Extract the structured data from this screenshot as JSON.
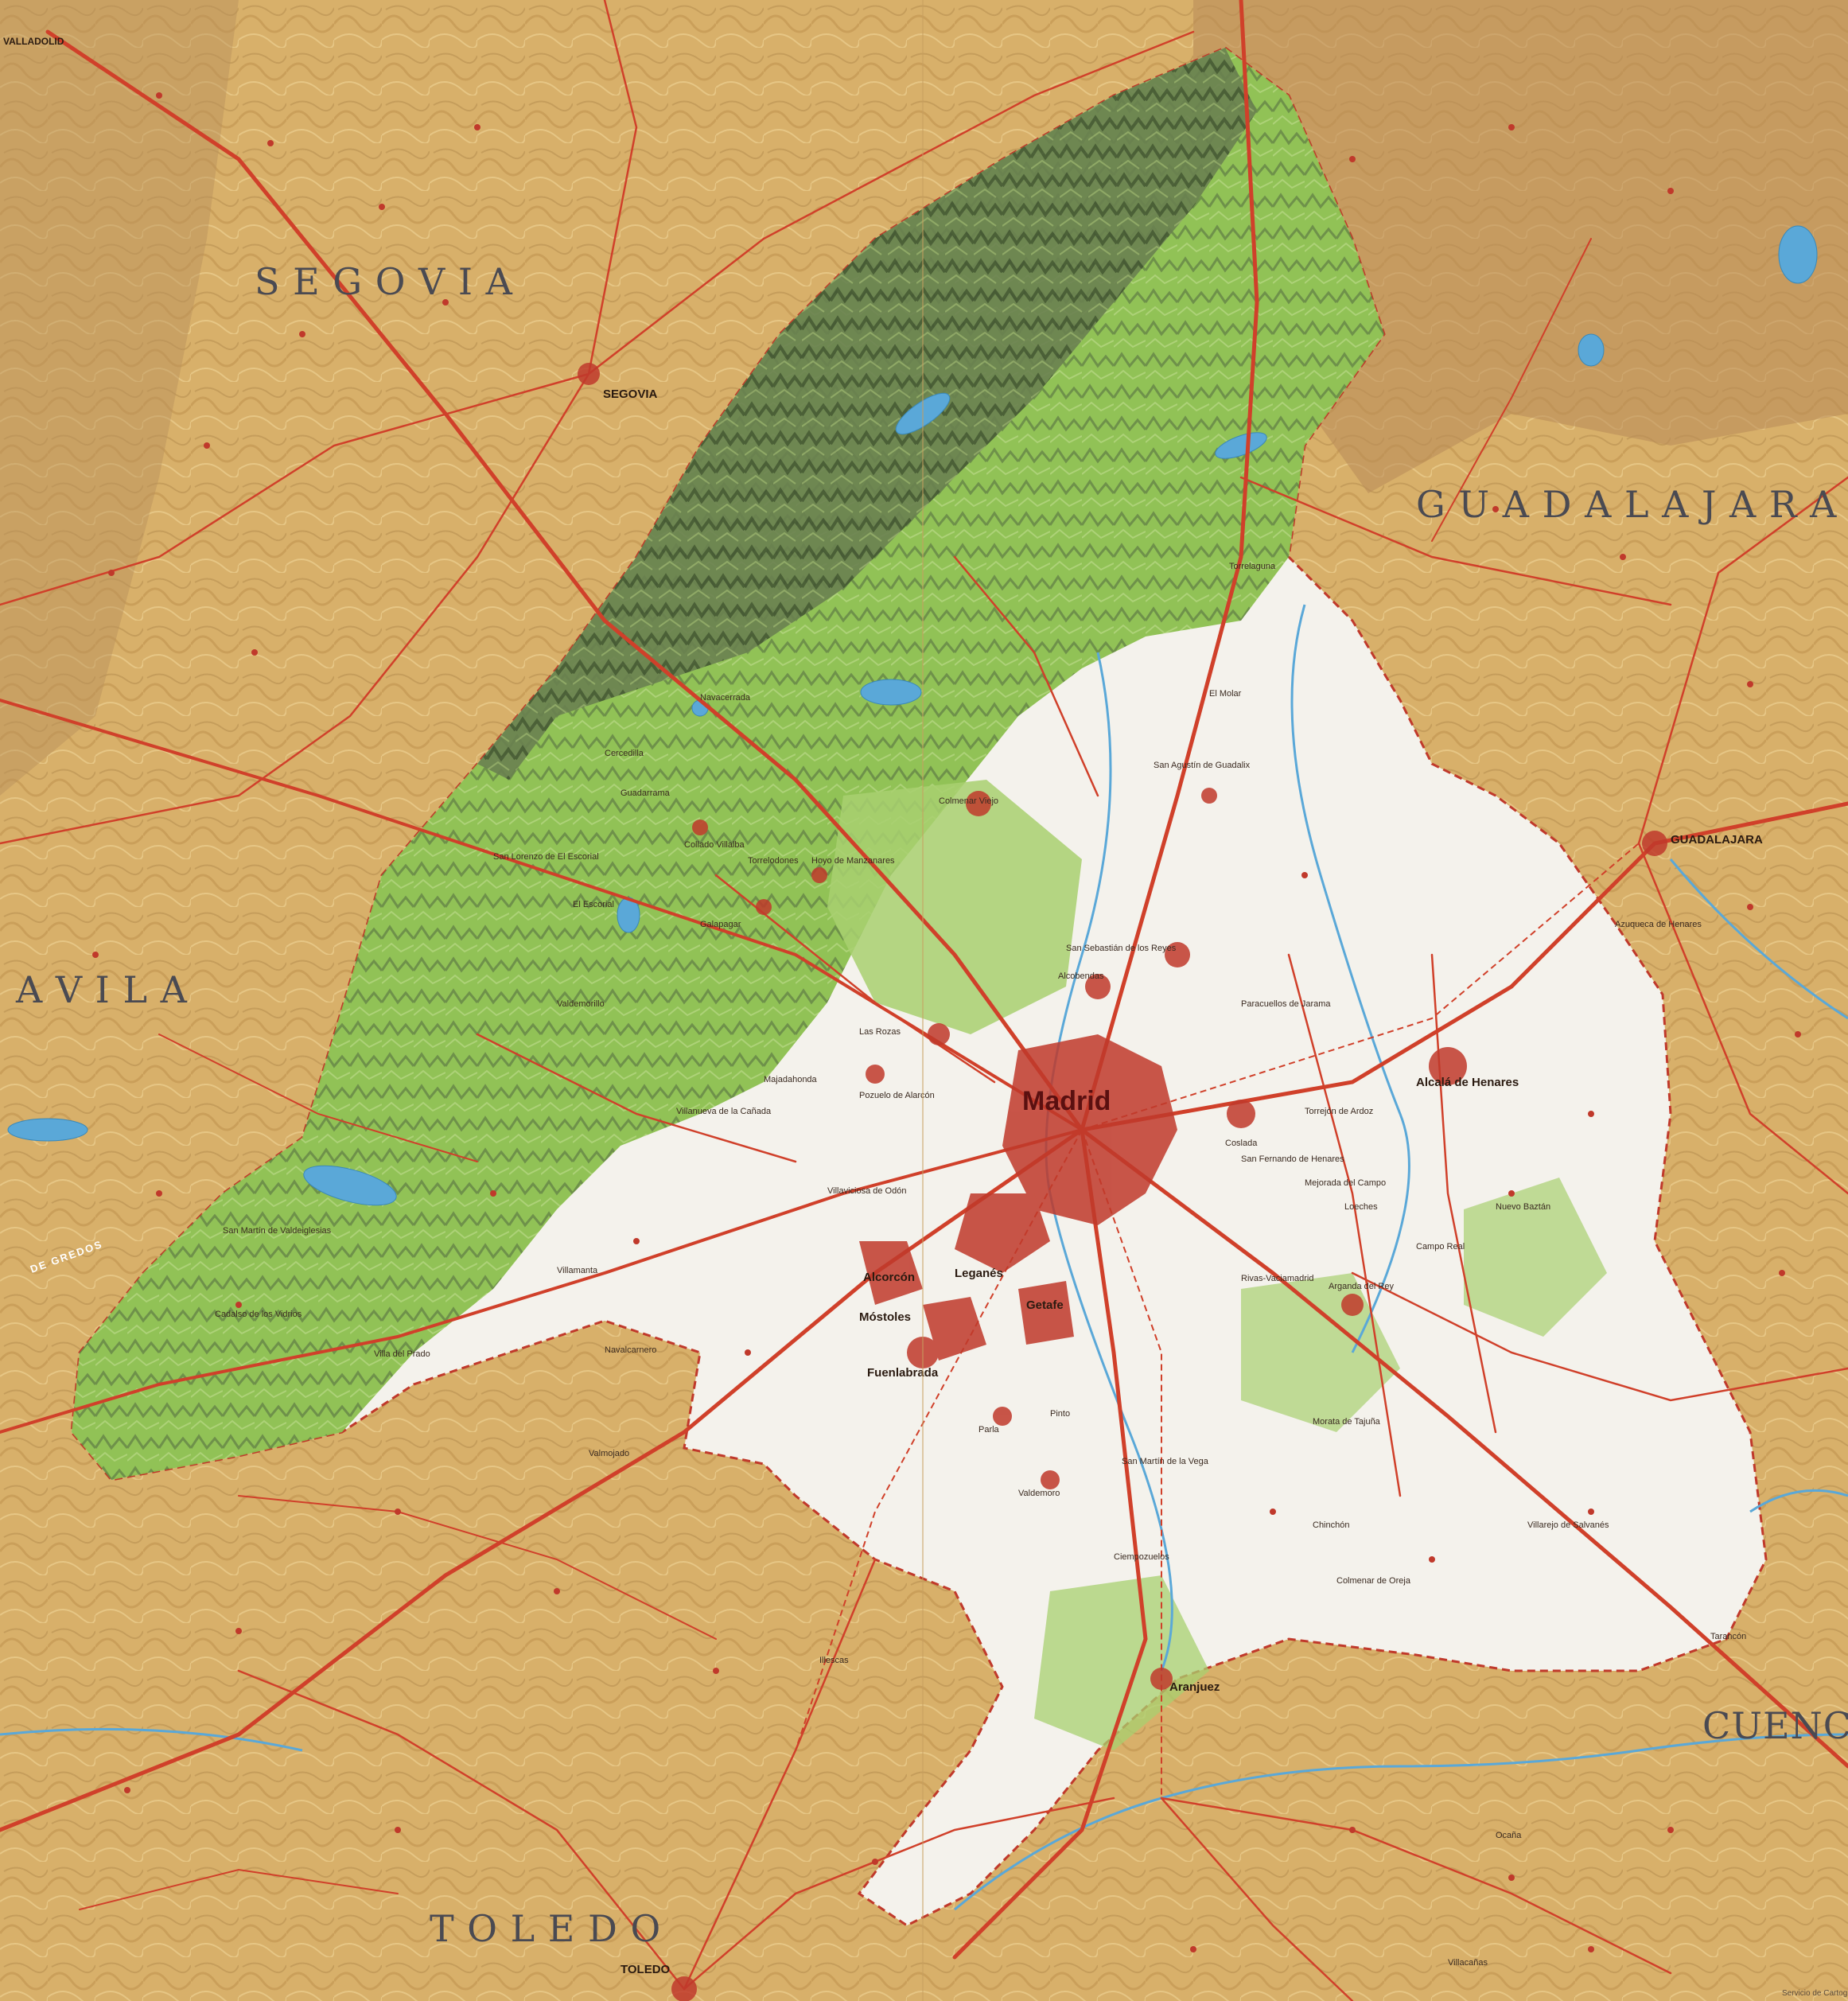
{
  "map": {
    "colors": {
      "terrain": "#d8b06a",
      "terrain_light": "#e8c882",
      "relief_shadow": "#8a6a3a",
      "mountains_green": "#8cbf4e",
      "mountains_dark": "#4e6a3a",
      "plain_white": "#f4f2ec",
      "urban": "#c0392b",
      "roads": "#d0402a",
      "water": "#5aa8d8"
    },
    "provinces": [
      {
        "id": "segovia",
        "label": "S E G O V I A"
      },
      {
        "id": "guadalajara",
        "label": "G U A D A L A J A R A"
      },
      {
        "id": "avila",
        "label": "A V I L A"
      },
      {
        "id": "toledo",
        "label": "T O L E D O"
      },
      {
        "id": "cuenca",
        "label": "CUENCA"
      }
    ],
    "madrid_label": "Madrid",
    "gredos_label": "DE GREDOS",
    "cities": [
      {
        "id": "segovia",
        "label": "SEGOVIA"
      },
      {
        "id": "guadalajara",
        "label": "GUADALAJARA"
      },
      {
        "id": "toledo",
        "label": "TOLEDO"
      },
      {
        "id": "alcala",
        "label": "Alcalá de Henares"
      },
      {
        "id": "aranjuez",
        "label": "Aranjuez"
      },
      {
        "id": "mostoles",
        "label": "Móstoles"
      },
      {
        "id": "fuenlabrada",
        "label": "Fuenlabrada"
      },
      {
        "id": "alcorcon",
        "label": "Alcorcón"
      },
      {
        "id": "leganes",
        "label": "Leganés"
      },
      {
        "id": "getafe",
        "label": "Getafe"
      },
      {
        "id": "alcobendas",
        "label": "Alcobendas"
      },
      {
        "id": "sansebastian",
        "label": "San Sebastián de los Reyes"
      },
      {
        "id": "colmenar",
        "label": "Colmenar Viejo"
      },
      {
        "id": "torrejon",
        "label": "Torrejón de Ardoz"
      },
      {
        "id": "coslada",
        "label": "Coslada"
      },
      {
        "id": "arganda",
        "label": "Arganda del Rey"
      },
      {
        "id": "valdemoro",
        "label": "Valdemoro"
      },
      {
        "id": "pinto",
        "label": "Pinto"
      },
      {
        "id": "parla",
        "label": "Parla"
      },
      {
        "id": "lasrozas",
        "label": "Las Rozas"
      },
      {
        "id": "majadahonda",
        "label": "Majadahonda"
      },
      {
        "id": "pozuelo",
        "label": "Pozuelo de Alarcón"
      },
      {
        "id": "villaviciosa",
        "label": "Villaviciosa de Odón"
      },
      {
        "id": "navalcarnero",
        "label": "Navalcarnero"
      },
      {
        "id": "villanueva",
        "label": "Villanueva de la Cañada"
      },
      {
        "id": "collado",
        "label": "Collado Villalba"
      },
      {
        "id": "guadarrama",
        "label": "Guadarrama"
      },
      {
        "id": "torrelaguna",
        "label": "Torrelaguna"
      },
      {
        "id": "chinchon",
        "label": "Chinchón"
      },
      {
        "id": "colmenaroreja",
        "label": "Colmenar de Oreja"
      },
      {
        "id": "villarejo",
        "label": "Villarejo de Salvanés"
      },
      {
        "id": "sanmartin",
        "label": "San Martín de la Vega"
      },
      {
        "id": "ciempozuelos",
        "label": "Ciempozuelos"
      },
      {
        "id": "morata",
        "label": "Morata de Tajuña"
      },
      {
        "id": "mejorada",
        "label": "Mejorada del Campo"
      },
      {
        "id": "rivas",
        "label": "Rivas-Vaciamadrid"
      },
      {
        "id": "loeches",
        "label": "Loeches"
      },
      {
        "id": "campoReal",
        "label": "Campo Real"
      },
      {
        "id": "nuevobaztan",
        "label": "Nuevo Baztán"
      },
      {
        "id": "sanagustin",
        "label": "San Agustín de Guadalix"
      },
      {
        "id": "elmolar",
        "label": "El Molar"
      },
      {
        "id": "paracuellos",
        "label": "Paracuellos de Jarama"
      },
      {
        "id": "sanfernando",
        "label": "San Fernando de Henares"
      },
      {
        "id": "villamanta",
        "label": "Villamanta"
      },
      {
        "id": "sanmartinvaldeiglesias",
        "label": "San Martín de Valdeiglesias"
      },
      {
        "id": "cadalso",
        "label": "Cadalso de los Vidrios"
      },
      {
        "id": "villadelprado",
        "label": "Villa del Prado"
      },
      {
        "id": "elescorial",
        "label": "El Escorial"
      },
      {
        "id": "sanlorenzo",
        "label": "San Lorenzo de El Escorial"
      },
      {
        "id": "valdemorillo",
        "label": "Valdemorillo"
      },
      {
        "id": "galapagar",
        "label": "Galapagar"
      },
      {
        "id": "torrelodones",
        "label": "Torrelodones"
      },
      {
        "id": "hoyo",
        "label": "Hoyo de Manzanares"
      },
      {
        "id": "cercedilla",
        "label": "Cercedilla"
      },
      {
        "id": "navacerrada",
        "label": "Navacerrada"
      },
      {
        "id": "azuqueca",
        "label": "Azuqueca de Henares"
      },
      {
        "id": "tarancon",
        "label": "Tarancón"
      },
      {
        "id": "illescas",
        "label": "Illescas"
      },
      {
        "id": "valmojado",
        "label": "Valmojado"
      },
      {
        "id": "ocana",
        "label": "Ocaña"
      },
      {
        "id": "villacanas",
        "label": "Villacañas"
      }
    ],
    "corner_labels": {
      "valladolid": "VALLADOLID"
    },
    "credit": "Servicio de Cartografía"
  }
}
